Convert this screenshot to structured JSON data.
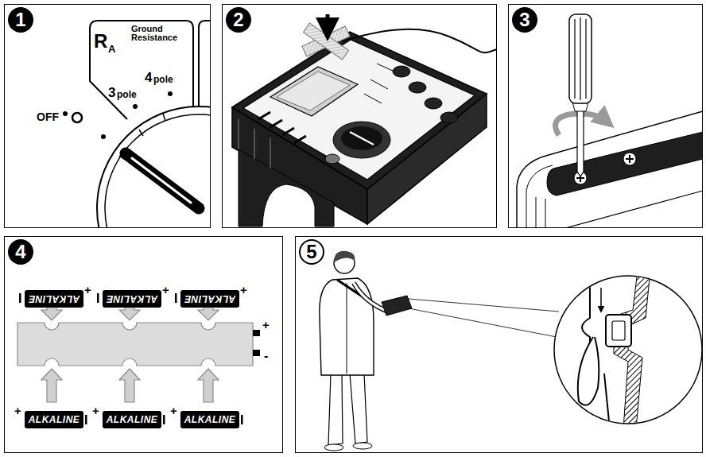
{
  "diagram": {
    "nodes": [
      {
        "text": [
          "1"
        ]
      },
      {
        "text": [
          "2"
        ]
      },
      {
        "text": [
          "3"
        ]
      },
      {
        "text": [
          "4"
        ]
      },
      {
        "text": [
          "ALKALINE"
        ],
        "in": 3
      },
      {
        "text": [
          "ALKALINE"
        ],
        "in": 3
      },
      {
        "text": [
          "ALKALINE"
        ],
        "in": 3
      },
      {
        "text": [
          "ALKALINE"
        ],
        "in": 3
      },
      {
        "text": [
          "ALKALINE"
        ],
        "in": 3
      },
      {
        "text": [
          "ALKALINE"
        ],
        "in": 3
      },
      {
        "text": [
          "5"
        ]
      }
    ],
    "labels": [
      "R",
      "A",
      "Ground Resistance",
      "3",
      "pole",
      "4",
      "pole",
      "OFF",
      "+",
      "+",
      "+",
      "+",
      "+",
      "+",
      "+",
      "-"
    ]
  }
}
